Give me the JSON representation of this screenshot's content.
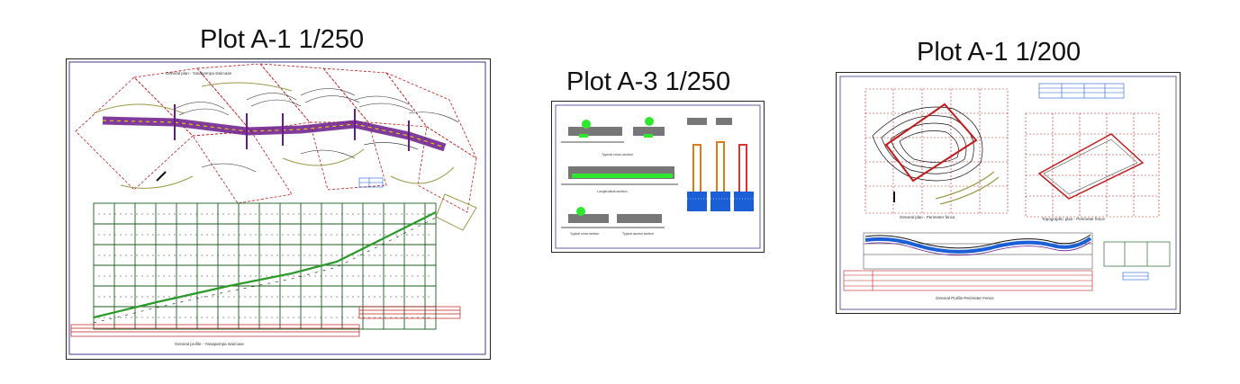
{
  "sheets": [
    {
      "title": "Plot A-1 1/250",
      "plan_caption": "General plan - Yanaparnpa staircase",
      "profile_caption": "General profile - Yanaparnpa staircase"
    },
    {
      "title": "Plot A-3 1/250",
      "caption_1": "Typical cross section",
      "caption_2": "Longitudinal section",
      "caption_3": "Typical cross section",
      "caption_4": "Typical access section"
    },
    {
      "title": "Plot A-1 1/200",
      "plan_caption": "General plan - Perimeter fence",
      "topo_caption": "Topographic plan - Perimeter fence",
      "profile_caption": "General Profile-Perimeter Fence"
    }
  ],
  "colors": {
    "grid_green": "#1a5c1a",
    "purple": "#6a1a8a",
    "red": "#c21a1a",
    "olive": "#9a9a4a",
    "bright_green": "#2ee82e",
    "blue": "#1a5fd6",
    "orange": "#e07a1a",
    "frame": "#3a3a8a"
  }
}
